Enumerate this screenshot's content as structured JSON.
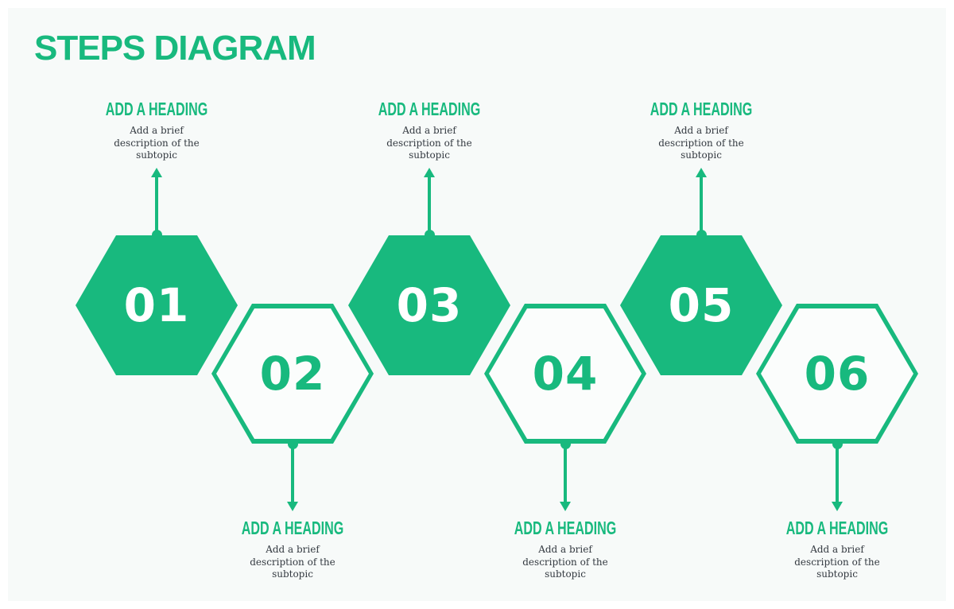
{
  "title": "STEPS DIAGRAM",
  "colors": {
    "accent_green": "#18b97e",
    "canvas_background": "#f7faf9",
    "frame": "#ffffff",
    "description_text": "#333940",
    "number_on_filled": "#ffffff"
  },
  "steps": [
    {
      "number": "01",
      "heading": "ADD A HEADING",
      "description_lines": [
        "Add a brief",
        "description of the",
        "subtopic"
      ],
      "hexagon_style": "filled",
      "label_position": "top"
    },
    {
      "number": "02",
      "heading": "ADD A HEADING",
      "description_lines": [
        "Add a brief",
        "description of the",
        "subtopic"
      ],
      "hexagon_style": "outline",
      "label_position": "bottom"
    },
    {
      "number": "03",
      "heading": "ADD A HEADING",
      "description_lines": [
        "Add a brief",
        "description of the",
        "subtopic"
      ],
      "hexagon_style": "filled",
      "label_position": "top"
    },
    {
      "number": "04",
      "heading": "ADD A HEADING",
      "description_lines": [
        "Add a brief",
        "description of the",
        "subtopic"
      ],
      "hexagon_style": "outline",
      "label_position": "bottom"
    },
    {
      "number": "05",
      "heading": "ADD A HEADING",
      "description_lines": [
        "Add a brief",
        "description of the",
        "subtopic"
      ],
      "hexagon_style": "filled",
      "label_position": "top"
    },
    {
      "number": "06",
      "heading": "ADD A HEADING",
      "description_lines": [
        "Add a brief",
        "description of the",
        "subtopic"
      ],
      "hexagon_style": "outline",
      "label_position": "bottom"
    }
  ]
}
